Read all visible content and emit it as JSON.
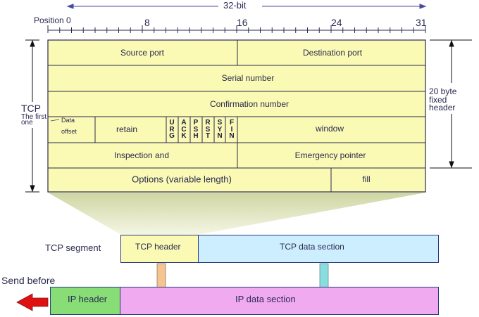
{
  "header": {
    "title": "32-bit",
    "position_label": "Position 0",
    "tick_labels": [
      "8",
      "16",
      "24",
      "31"
    ]
  },
  "side": {
    "tcp_label": "TCP",
    "first_label": "The first",
    "first_label_2": "one",
    "fixed_header_label": [
      "20 byte",
      "fixed",
      "header"
    ]
  },
  "rows": {
    "source_port": "Source port",
    "destination_port": "Destination port",
    "serial_number": "Serial number",
    "confirmation_number": "Confirmation number",
    "data_offset": [
      "Data",
      "offset"
    ],
    "retain": "retain",
    "flags": [
      [
        "U",
        "R",
        "G"
      ],
      [
        "A",
        "C",
        "K"
      ],
      [
        "P",
        "S",
        "H"
      ],
      [
        "R",
        "S",
        "T"
      ],
      [
        "S",
        "Y",
        "N"
      ],
      [
        "F",
        "I",
        "N"
      ]
    ],
    "window": "window",
    "inspection": "Inspection and",
    "emergency_pointer": "Emergency pointer",
    "options": "Options (variable length)",
    "fill": "fill"
  },
  "segment": {
    "label": "TCP segment",
    "tcp_header": "TCP header",
    "tcp_data": "TCP data section"
  },
  "ip": {
    "send_before": "Send before",
    "ip_header": "IP header",
    "ip_data": "IP data section"
  },
  "colors": {
    "header_fill": "#fafab4",
    "data_fill": "#cceeff",
    "ip_header_fill": "#88dd77",
    "ip_data_fill": "#f0aaf0",
    "trapezoid": "#e8ecbe",
    "arrow_orange": "#f5c490",
    "arrow_cyan": "#88dddd",
    "send_arrow": "#dd1111"
  }
}
